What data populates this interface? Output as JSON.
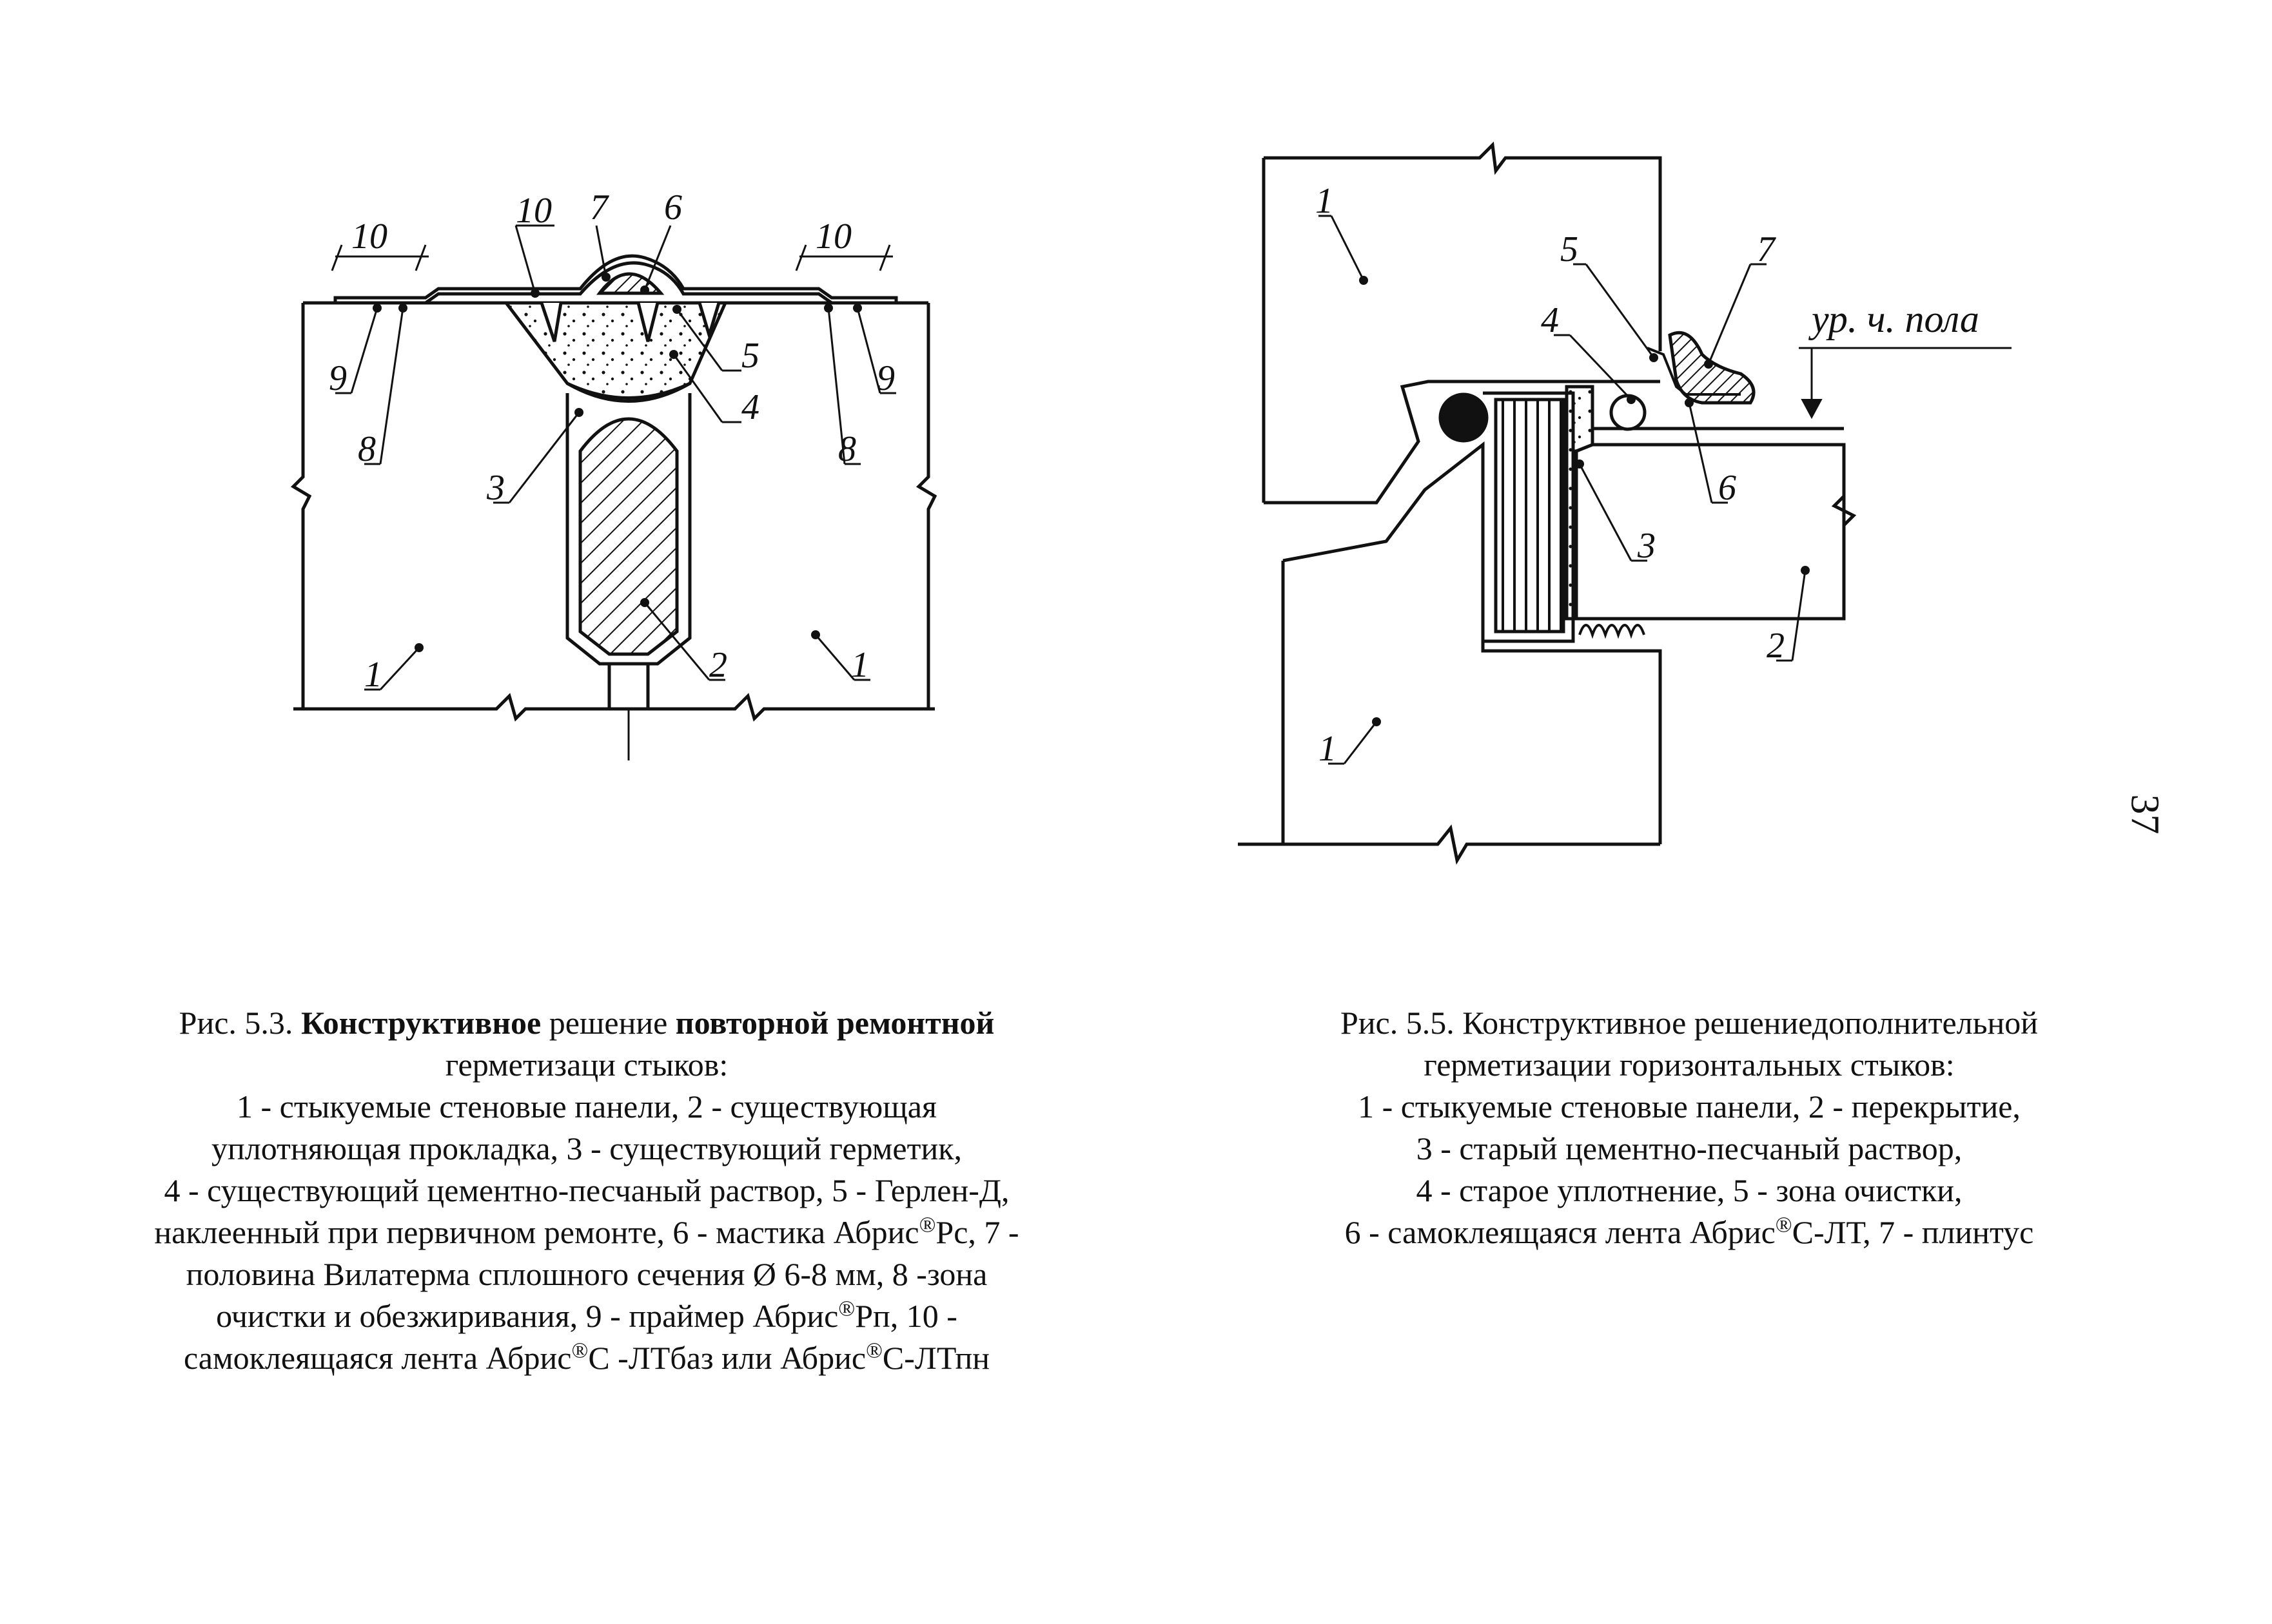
{
  "page_number": "37",
  "figure_left": {
    "labels": [
      "1",
      "2",
      "3",
      "4",
      "5",
      "6",
      "7",
      "8",
      "9",
      "10"
    ],
    "dim_10": "10",
    "caption": {
      "lead": "Рис. 5.3. ",
      "title_bold": "Конструктивное",
      "title_rest": " решение ",
      "title_bold2": "повторной ремонтной",
      "line2": "герметизаци стыков:",
      "line3": "1 - стыкуемые стеновые панели, 2 - существующая",
      "line4": "уплотняющая прокладка, 3 - существующий герметик,",
      "line5": "4 - существующий цементно-песчаный раствор, 5 - Герлен-Д,",
      "line6a": "наклеенный при первичном ремонте, 6 - мастика Абрис",
      "line6b": "Рс, 7 -",
      "line7": "половина Вилатерма сплошного сечения Ø 6-8 мм, 8 -зона",
      "line8a": "очистки и обезжиривания, 9 - праймер Абрис",
      "line8b": "Рп, 10 -",
      "line9a": "самоклеящаяся лента Абрис",
      "line9b": "С -ЛТбаз или Абрис",
      "line9c": "С-ЛТпн",
      "reg": "®"
    }
  },
  "figure_right": {
    "labels": [
      "1",
      "1",
      "2",
      "3",
      "4",
      "5",
      "6",
      "7"
    ],
    "floor_label": "ур. ч. пола",
    "caption": {
      "line1": "Рис. 5.5. Конструктивное решениедополнительной",
      "line2": "герметизации горизонтальных стыков:",
      "line3": "1 - стыкуемые стеновые панели, 2 - перекрытие,",
      "line4": "3 - старый цементно-песчаный раствор,",
      "line5": "4 - старое уплотнение, 5 - зона очистки,",
      "line6a": "6 - самоклеящаяся лента Абрис",
      "line6b": "С-ЛТ, 7 - плинтус",
      "reg": "®"
    }
  }
}
